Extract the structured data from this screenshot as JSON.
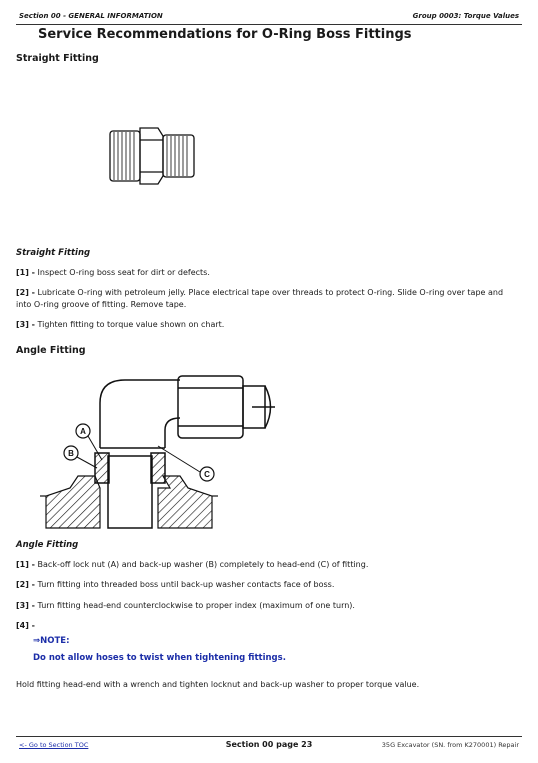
{
  "header": {
    "section": "Section 00 - GENERAL INFORMATION",
    "group": "Group 0003: Torque Values"
  },
  "title": "Service Recommendations for O-Ring Boss Fittings",
  "straight": {
    "heading": "Straight Fitting",
    "caption": "Straight Fitting",
    "steps": [
      {
        "num": "[1] -",
        "text": "Inspect O-ring boss seat for dirt or defects."
      },
      {
        "num": "[2] -",
        "text": "Lubricate O-ring with petroleum jelly. Place electrical tape over threads to protect O-ring. Slide O-ring over tape and into O-ring groove of fitting. Remove tape."
      },
      {
        "num": "[3] -",
        "text": "Tighten fitting to torque value shown on chart."
      }
    ]
  },
  "angle": {
    "heading": "Angle Fitting",
    "caption": "Angle Fitting",
    "labels": {
      "a": "A",
      "b": "B",
      "c": "C"
    },
    "steps": [
      {
        "num": "[1] -",
        "text": "Back-off lock nut (A) and back-up washer (B) completely to head-end (C) of fitting."
      },
      {
        "num": "[2] -",
        "text": "Turn fitting into threaded boss until back-up washer contacts face of boss."
      },
      {
        "num": "[3] -",
        "text": "Turn fitting head-end counterclockwise to proper index (maximum of one turn)."
      },
      {
        "num": "[4] -",
        "text": ""
      }
    ],
    "note_label": "⇒NOTE:",
    "note_text": "Do not allow hoses to twist when tightening fittings.",
    "final": "Hold fitting head-end with a wrench and tighten locknut and back-up washer to proper torque value."
  },
  "footer": {
    "toc_link": "<- Go to Section TOC",
    "page": "Section 00 page 23",
    "model": "35G Excavator (SN. from K270001) Repair"
  }
}
